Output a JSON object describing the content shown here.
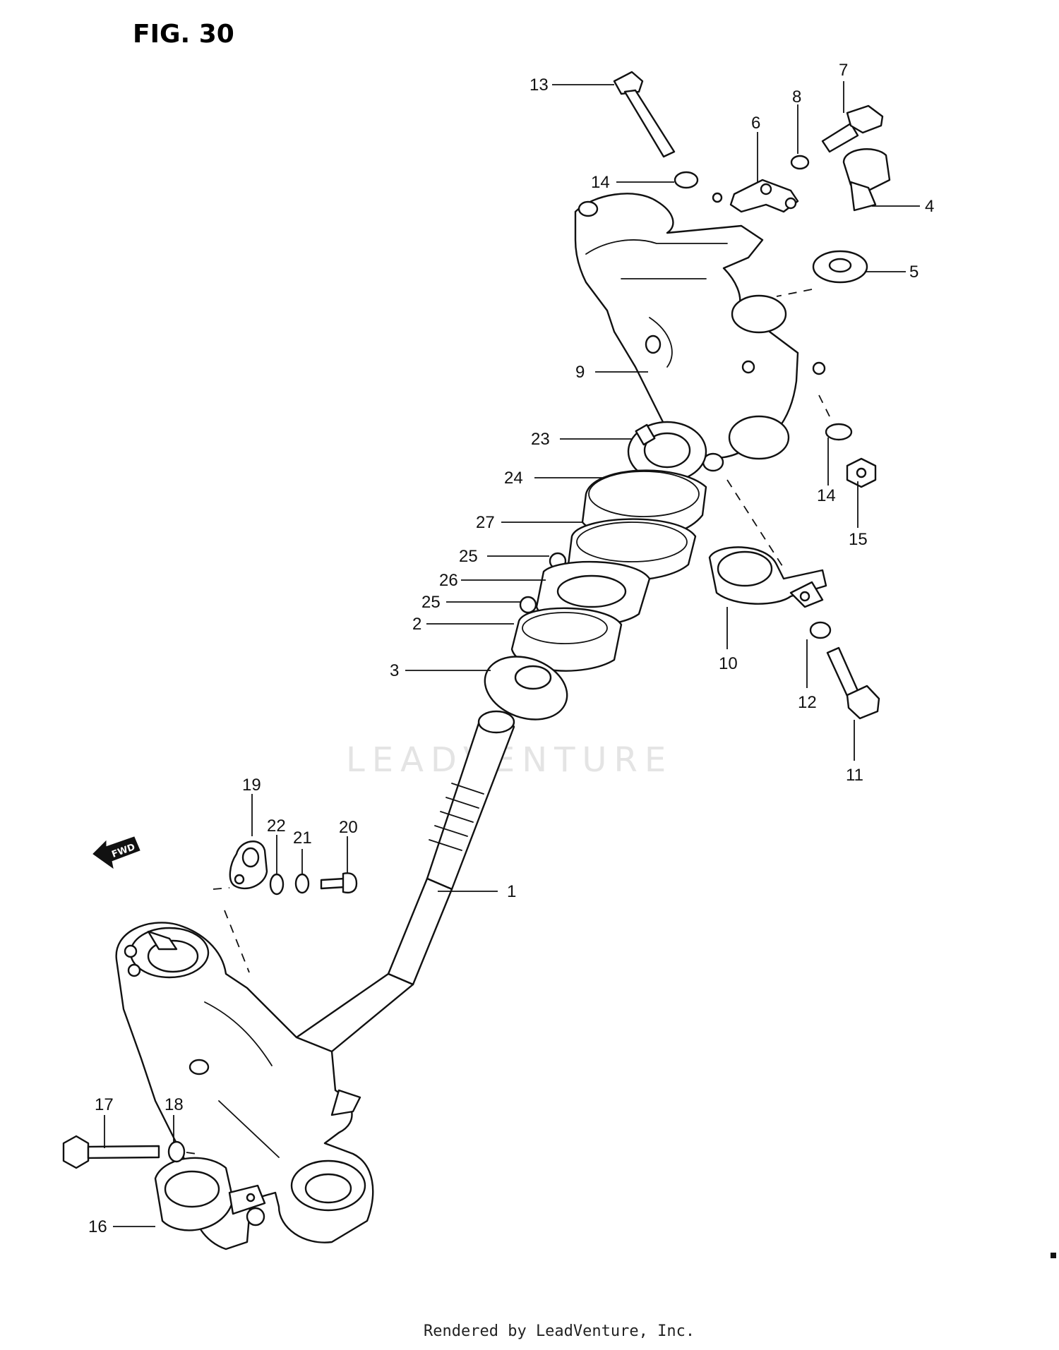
{
  "figure": {
    "title": "FIG. 30"
  },
  "watermark": "LEADVENTURE",
  "footer": "Rendered by LeadVenture, Inc.",
  "direction_badge": "FWD",
  "callouts": {
    "c1": "1",
    "c2": "2",
    "c3": "3",
    "c4": "4",
    "c5": "5",
    "c6": "6",
    "c7": "7",
    "c8": "8",
    "c9": "9",
    "c10": "10",
    "c11": "11",
    "c12": "12",
    "c13": "13",
    "c14a": "14",
    "c14b": "14",
    "c15": "15",
    "c16": "16",
    "c17": "17",
    "c18": "18",
    "c19": "19",
    "c20": "20",
    "c21": "21",
    "c22": "22",
    "c23": "23",
    "c24": "24",
    "c25a": "25",
    "c25b": "25",
    "c26": "26",
    "c27": "27"
  }
}
